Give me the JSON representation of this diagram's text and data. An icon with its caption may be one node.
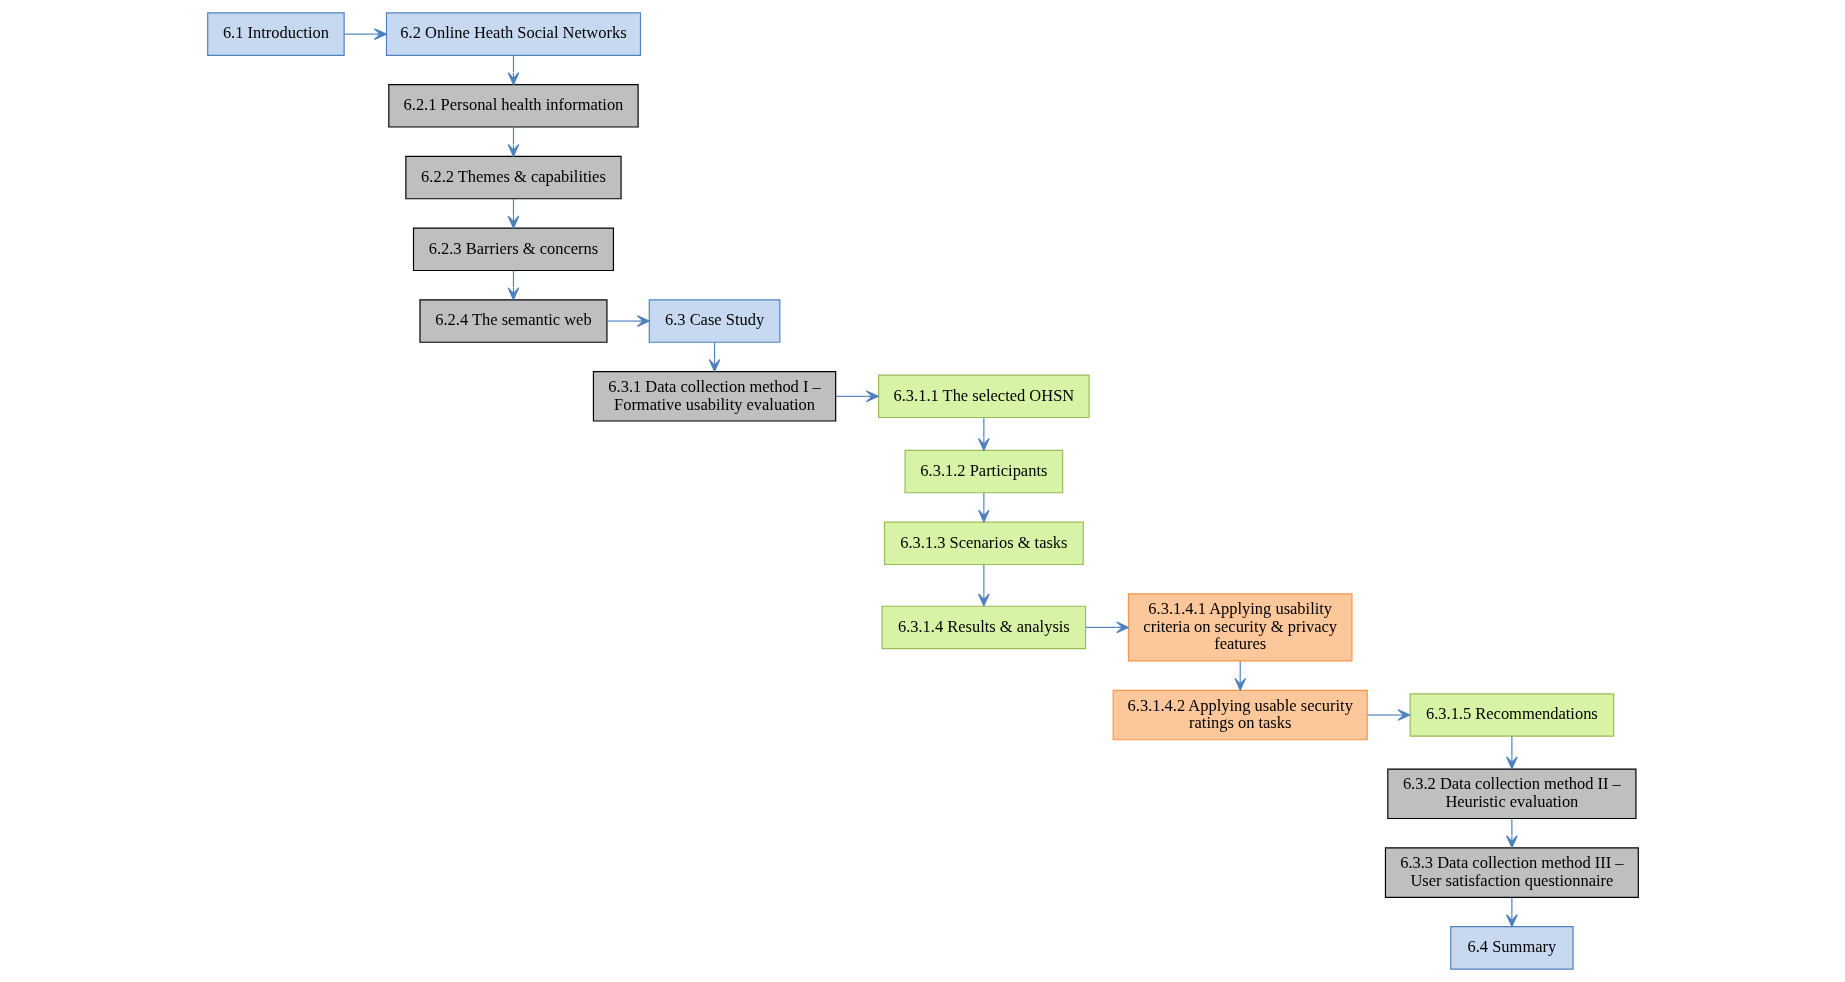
{
  "diagram": {
    "nodes": [
      {
        "text": [
          "6.1 Introduction"
        ]
      },
      {
        "text": [
          "6.2 Online Heath Social Networks"
        ]
      },
      {
        "text": [
          "6.2.1 Personal health information"
        ]
      },
      {
        "text": [
          "6.2.2 Themes & capabilities"
        ]
      },
      {
        "text": [
          "6.2.3 Barriers & concerns"
        ]
      },
      {
        "text": [
          "6.2.4 The semantic web"
        ]
      },
      {
        "text": [
          "6.3 Case Study"
        ]
      },
      {
        "text": [
          "6.3.1 Data collection method I – Formative usability evaluation"
        ]
      },
      {
        "text": [
          "6.3.1.1 The selected OHSN"
        ]
      },
      {
        "text": [
          "6.3.1.2 Participants"
        ]
      },
      {
        "text": [
          "6.3.1.3 Scenarios & tasks"
        ]
      },
      {
        "text": [
          "6.3.1.4.1 Applying usability criteria on security & privacy features"
        ]
      },
      {
        "text": [
          "6.3.1.4 Results & analysis"
        ]
      },
      {
        "text": [
          "6.3.1.4.2 Applying usable security ratings on tasks"
        ]
      },
      {
        "text": [
          "6.3.1.5 Recommendations"
        ]
      },
      {
        "text": [
          "6.3.2 Data collection method II – Heuristic evaluation"
        ]
      },
      {
        "text": [
          "6.3.3 Data collection method III – User satisfaction questionnaire"
        ]
      },
      {
        "text": [
          "6.4 Summary"
        ]
      }
    ],
    "edges": [
      {
        "from": 0,
        "to": 1,
        "arrow": "to"
      },
      {
        "from": 1,
        "to": 2,
        "arrow": "to"
      },
      {
        "from": 2,
        "to": 3,
        "arrow": "to"
      },
      {
        "from": 3,
        "to": 4,
        "arrow": "to"
      },
      {
        "from": 4,
        "to": 5,
        "arrow": "to"
      },
      {
        "from": 5,
        "to": 6,
        "arrow": "to"
      },
      {
        "from": 6,
        "to": 7,
        "arrow": "to"
      },
      {
        "from": 7,
        "to": 8,
        "arrow": "to"
      },
      {
        "from": 8,
        "to": 9,
        "arrow": "to"
      },
      {
        "from": 9,
        "to": 10,
        "arrow": "to"
      },
      {
        "from": 10,
        "to": 12,
        "arrow": "to"
      },
      {
        "from": 12,
        "to": 11,
        "arrow": "to"
      },
      {
        "from": 11,
        "to": 13,
        "arrow": "to"
      },
      {
        "from": 13,
        "to": 14,
        "arrow": "to"
      },
      {
        "from": 14,
        "to": 15,
        "arrow": "to"
      },
      {
        "from": 15,
        "to": 16,
        "arrow": "to"
      },
      {
        "from": 16,
        "to": 17,
        "arrow": "to"
      }
    ]
  }
}
